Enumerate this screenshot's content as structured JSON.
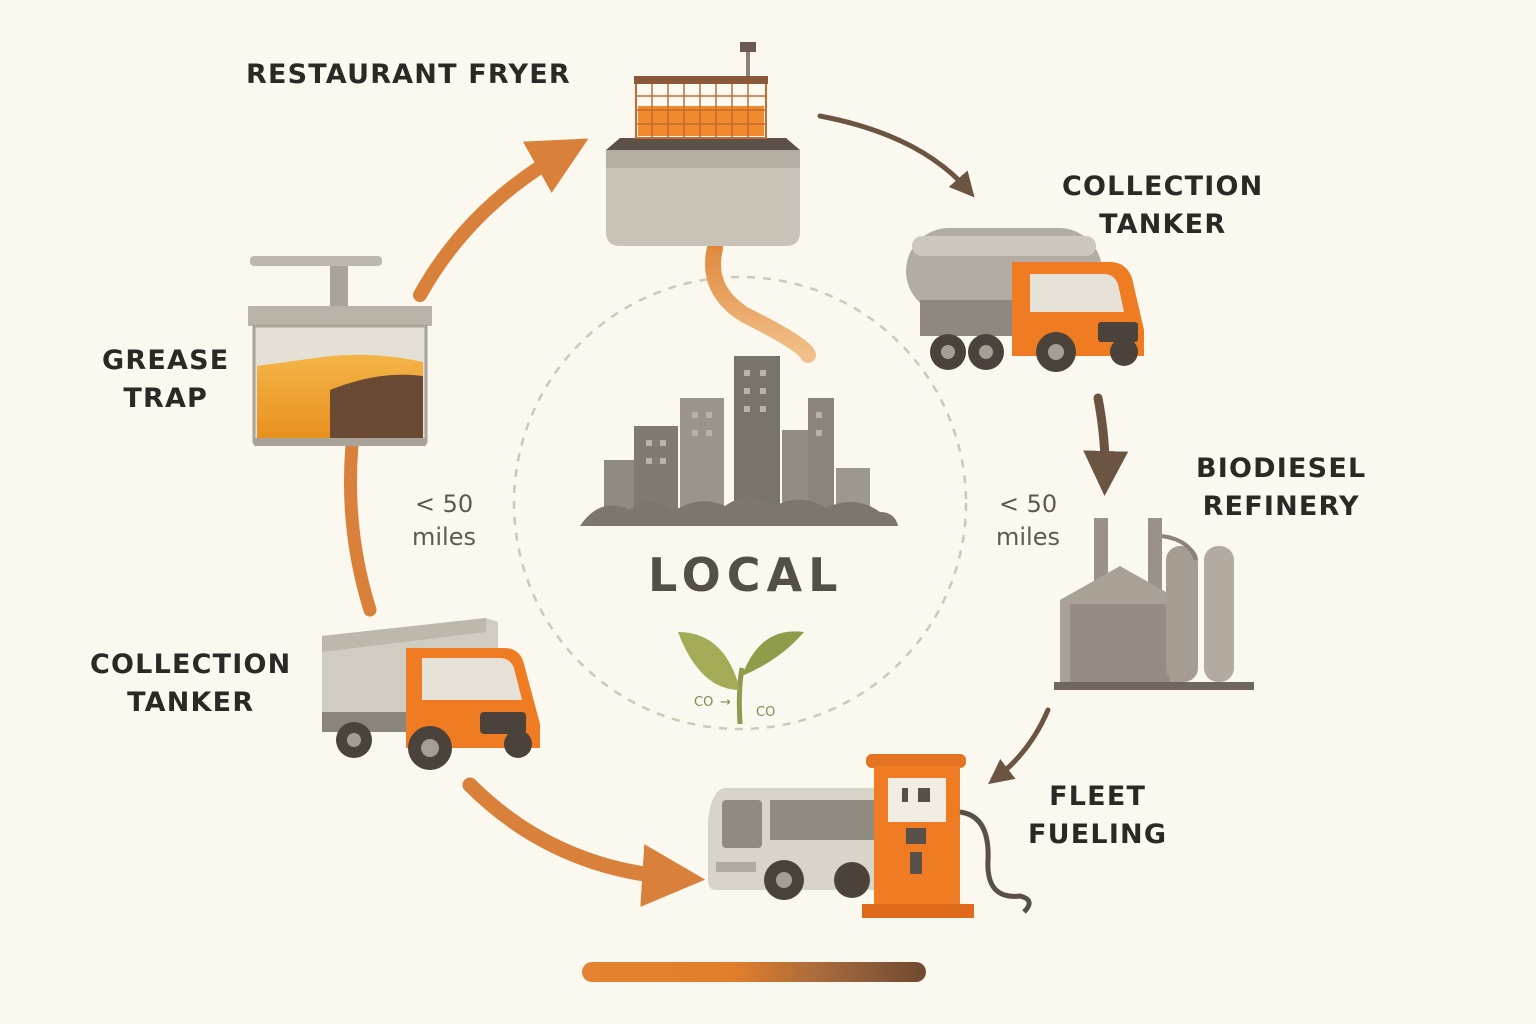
{
  "center": {
    "label": "LOCAL",
    "co2_left": "CO",
    "co2_right": "CO"
  },
  "steps": [
    {
      "id": "restaurant-fryer",
      "lines": [
        "RESTAURANT FRYER"
      ]
    },
    {
      "id": "collection-tanker-top",
      "lines": [
        "COLLECTION",
        "TANKER"
      ]
    },
    {
      "id": "biodiesel-refinery",
      "lines": [
        "BIODIESEL",
        "REFINERY"
      ]
    },
    {
      "id": "fleet-fueling",
      "lines": [
        "FLEET",
        "FUELING"
      ]
    },
    {
      "id": "collection-tanker-bottom",
      "lines": [
        "COLLECTION",
        "TANKER"
      ]
    },
    {
      "id": "grease-trap",
      "lines": [
        "GREASE",
        "TRAP"
      ]
    }
  ],
  "distances": {
    "left": [
      "< 50",
      "miles"
    ],
    "right": [
      "< 50",
      "miles"
    ]
  },
  "colors": {
    "accent_orange": "#e8721f",
    "arrow_orange": "#d9803a",
    "arrow_brown": "#6b5442",
    "background": "#fbf8ef"
  }
}
